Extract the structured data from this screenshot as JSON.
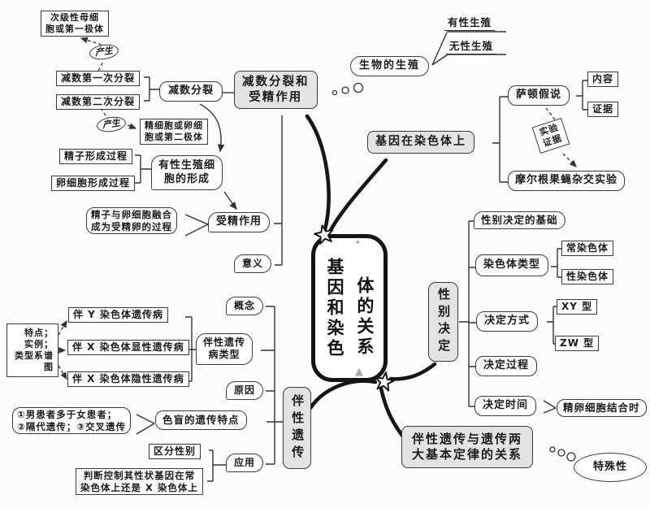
{
  "colors": {
    "background": "#fcfcfc",
    "node_border": "#3a3a3a",
    "grey_node_fill": "#e3e3e3",
    "thick_branch": "#161616",
    "connector": "#333333"
  },
  "title": {
    "col1": "基因和染色",
    "col2": "体的关系"
  },
  "icons": {
    "triangle_up": "▲",
    "cursor": "➤"
  },
  "nodes": {
    "secondary_cell": "次级性母细\n胞或第一极体",
    "produce": "产生",
    "meiosis1": "减数第一次分裂",
    "meiosis2": "减数第二次分裂",
    "meiosis": "减数分裂",
    "sperm_egg_cell": "精细胞或卵细\n胞或第二极体",
    "sperm_process": "精子形成过程",
    "egg_process": "卵细胞形成过程",
    "germ_cell_formation": "有性生殖细\n胞的形成",
    "fusion": "精子与卵细胞融合\n成为受精卵的过程",
    "fertilization": "受精作用",
    "meaning": "意义",
    "meiosis_fert": "减数分裂和\n受精作用",
    "bio_reproduction": "生物的生殖",
    "sexual": "有性生殖",
    "asexual": "无性生殖",
    "gene_on_chromosome": "基因在染色体上",
    "sutton": "萨顿假说",
    "content": "内容",
    "evidence": "证据",
    "exp_evidence": "实验\n证据",
    "morgan": "摩尔根果蝇杂交实验",
    "sex_determination": "性别决定",
    "sex_basis": "性别决定的基础",
    "chromosome_types": "染色体类型",
    "autosome": "常染色体",
    "sex_chromosome": "性染色体",
    "determination_mode": "决定方式",
    "xy_type": "XY 型",
    "zw_type": "ZW 型",
    "determination_process": "决定过程",
    "determination_time": "决定时间",
    "sperm_egg_combine": "精卵细胞结合时",
    "linkage_laws": "伴性遗传与遗传两\n大基本定律的关系",
    "specialness": "特殊性",
    "concept": "概念",
    "linkage_disease_types": "伴性遗传\n病类型",
    "reason": "原因",
    "color_blind": "色盲的遗传特点",
    "application": "应用",
    "sex_linkage": "伴性遗传",
    "traits": "特点；\n实例；\n类型系谱图",
    "y_disease": "伴 Y 染色体遗传病",
    "x_dominant": "伴 X 染色体显性遗传病",
    "x_recessive": "伴 X 染色体隐性遗传病",
    "color_blind_features": "①男患者多于女患者；\n②隔代遗传；③交叉遗传",
    "distinguish_sex": "区分性别",
    "judge_gene": "判断控制其性状基因在常\n染色体上还是 X 染色体上"
  }
}
